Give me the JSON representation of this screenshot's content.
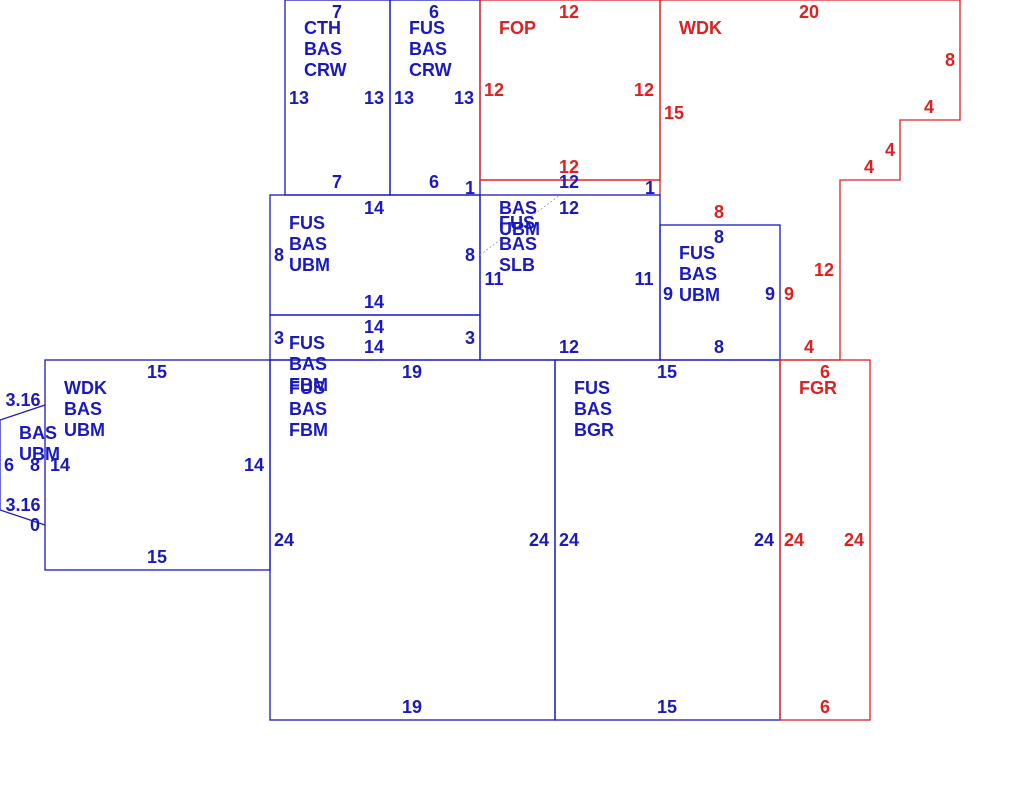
{
  "colors": {
    "blue": "#1a1ac0",
    "red": "#e02020"
  },
  "areas": [
    {
      "id": "cth-bas-crw",
      "color": "blue",
      "lines": [
        "CTH",
        "BAS",
        "CRW"
      ]
    },
    {
      "id": "fus-bas-crw",
      "color": "blue",
      "lines": [
        "FUS",
        "BAS",
        "CRW"
      ]
    },
    {
      "id": "fop",
      "color": "red",
      "lines": [
        "FOP"
      ]
    },
    {
      "id": "wdk-top",
      "color": "red",
      "lines": [
        "WDK"
      ]
    },
    {
      "id": "fus-bas-ubm-left",
      "color": "blue",
      "lines": [
        "FUS",
        "BAS",
        "UBM"
      ]
    },
    {
      "id": "bas-ubm-overlap",
      "color": "blue",
      "lines": [
        "BAS",
        "UBM"
      ]
    },
    {
      "id": "fus-bas-slb",
      "color": "blue",
      "lines": [
        "FUS",
        "BAS",
        "SLB"
      ]
    },
    {
      "id": "fus-bas-ubm-right",
      "color": "blue",
      "lines": [
        "FUS",
        "BAS",
        "UBM"
      ]
    },
    {
      "id": "fus-bas-fbm-upper",
      "color": "blue",
      "lines": [
        "FUS",
        "BAS",
        "FBM"
      ]
    },
    {
      "id": "fus-bas-fbm-lower",
      "color": "blue",
      "lines": [
        "FUS",
        "BAS",
        "FBM"
      ]
    },
    {
      "id": "wdk-bas-ubm",
      "color": "blue",
      "lines": [
        "WDK",
        "BAS",
        "UBM"
      ]
    },
    {
      "id": "bas-ubm-bay",
      "color": "blue",
      "lines": [
        "BAS",
        "UBM"
      ]
    },
    {
      "id": "fus-bas-bgr",
      "color": "blue",
      "lines": [
        "FUS",
        "BAS",
        "BGR"
      ]
    },
    {
      "id": "fgr",
      "color": "red",
      "lines": [
        "FGR"
      ]
    }
  ],
  "dimensions": [
    {
      "id": "cth-top",
      "color": "blue",
      "text": "7"
    },
    {
      "id": "cth-left",
      "color": "blue",
      "text": "13"
    },
    {
      "id": "cth-right",
      "color": "blue",
      "text": "13"
    },
    {
      "id": "cth-bottom",
      "color": "blue",
      "text": "7"
    },
    {
      "id": "crw-top",
      "color": "blue",
      "text": "6"
    },
    {
      "id": "crw-left",
      "color": "blue",
      "text": "13"
    },
    {
      "id": "crw-right",
      "color": "blue",
      "text": "13"
    },
    {
      "id": "crw-bottom",
      "color": "blue",
      "text": "6"
    },
    {
      "id": "crw-step",
      "color": "blue",
      "text": "1"
    },
    {
      "id": "fop-top",
      "color": "red",
      "text": "12"
    },
    {
      "id": "fop-left",
      "color": "red",
      "text": "12"
    },
    {
      "id": "fop-right",
      "color": "red",
      "text": "12"
    },
    {
      "id": "fop-bottom",
      "color": "red",
      "text": "12"
    },
    {
      "id": "wdk-top",
      "color": "red",
      "text": "20"
    },
    {
      "id": "wdk-right-upper",
      "color": "red",
      "text": "8"
    },
    {
      "id": "wdk-step-1",
      "color": "red",
      "text": "4"
    },
    {
      "id": "wdk-step-2",
      "color": "red",
      "text": "4"
    },
    {
      "id": "wdk-step-3",
      "color": "red",
      "text": "4"
    },
    {
      "id": "wdk-left",
      "color": "red",
      "text": "15"
    },
    {
      "id": "wdk-right-lower",
      "color": "red",
      "text": "12"
    },
    {
      "id": "wdk-notch-top",
      "color": "red",
      "text": "8"
    },
    {
      "id": "wdk-notch-right",
      "color": "red",
      "text": "9"
    },
    {
      "id": "wdk-bottom",
      "color": "red",
      "text": "4"
    },
    {
      "id": "slb-top-a",
      "color": "blue",
      "text": "12"
    },
    {
      "id": "slb-top-b",
      "color": "blue",
      "text": "12"
    },
    {
      "id": "slb-step",
      "color": "blue",
      "text": "1"
    },
    {
      "id": "slb-left",
      "color": "blue",
      "text": "11"
    },
    {
      "id": "slb-right",
      "color": "blue",
      "text": "11"
    },
    {
      "id": "slb-bottom",
      "color": "blue",
      "text": "12"
    },
    {
      "id": "ubm1-top",
      "color": "blue",
      "text": "14"
    },
    {
      "id": "ubm1-left",
      "color": "blue",
      "text": "8"
    },
    {
      "id": "ubm1-right",
      "color": "blue",
      "text": "8"
    },
    {
      "id": "ubm1-bottom",
      "color": "blue",
      "text": "14"
    },
    {
      "id": "fbm1-top",
      "color": "blue",
      "text": "14"
    },
    {
      "id": "fbm1-left",
      "color": "blue",
      "text": "3"
    },
    {
      "id": "fbm1-right",
      "color": "blue",
      "text": "3"
    },
    {
      "id": "fbm1-bottom",
      "color": "blue",
      "text": "14"
    },
    {
      "id": "ubm2-top",
      "color": "blue",
      "text": "8"
    },
    {
      "id": "ubm2-left",
      "color": "blue",
      "text": "9"
    },
    {
      "id": "ubm2-right",
      "color": "blue",
      "text": "9"
    },
    {
      "id": "ubm2-bottom",
      "color": "blue",
      "text": "8"
    },
    {
      "id": "wdk2-top",
      "color": "blue",
      "text": "15"
    },
    {
      "id": "wdk2-right",
      "color": "blue",
      "text": "14"
    },
    {
      "id": "wdk2-left",
      "color": "blue",
      "text": "14"
    },
    {
      "id": "wdk2-bottom",
      "color": "blue",
      "text": "15"
    },
    {
      "id": "bay-diag-top",
      "color": "blue",
      "text": "3.16"
    },
    {
      "id": "bay-left",
      "color": "blue",
      "text": "6"
    },
    {
      "id": "bay-right",
      "color": "blue",
      "text": "8"
    },
    {
      "id": "bay-diag-bottom",
      "color": "blue",
      "text": "3.16"
    },
    {
      "id": "bay-zero",
      "color": "blue",
      "text": "0"
    },
    {
      "id": "fbm2-top",
      "color": "blue",
      "text": "19"
    },
    {
      "id": "fbm2-left",
      "color": "blue",
      "text": "24"
    },
    {
      "id": "fbm2-right",
      "color": "blue",
      "text": "24"
    },
    {
      "id": "fbm2-bottom",
      "color": "blue",
      "text": "19"
    },
    {
      "id": "bgr-top",
      "color": "blue",
      "text": "15"
    },
    {
      "id": "bgr-left",
      "color": "blue",
      "text": "24"
    },
    {
      "id": "bgr-right",
      "color": "blue",
      "text": "24"
    },
    {
      "id": "bgr-bottom",
      "color": "blue",
      "text": "15"
    },
    {
      "id": "fgr-top",
      "color": "red",
      "text": "6"
    },
    {
      "id": "fgr-left",
      "color": "red",
      "text": "24"
    },
    {
      "id": "fgr-right",
      "color": "red",
      "text": "24"
    },
    {
      "id": "fgr-bottom",
      "color": "red",
      "text": "6"
    }
  ]
}
